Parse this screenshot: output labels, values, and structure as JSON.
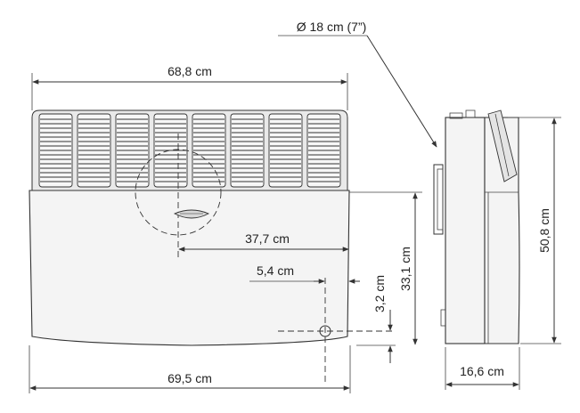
{
  "dimensions": {
    "front_top_width": "68,8 cm",
    "front_bottom_width": "69,5 cm",
    "flue_offset": "37,7 cm",
    "inlet_offset_horizontal": "5,4 cm",
    "inlet_offset_vertical": "3,2 cm",
    "flue_height": "33,1 cm",
    "flue_diameter": "Ø 18 cm (7”)",
    "side_height": "50,8 cm",
    "side_depth": "16,6 cm"
  },
  "colors": {
    "line": "#333333",
    "fill": "#f4f4f4",
    "grille": "#e9e9e9"
  }
}
